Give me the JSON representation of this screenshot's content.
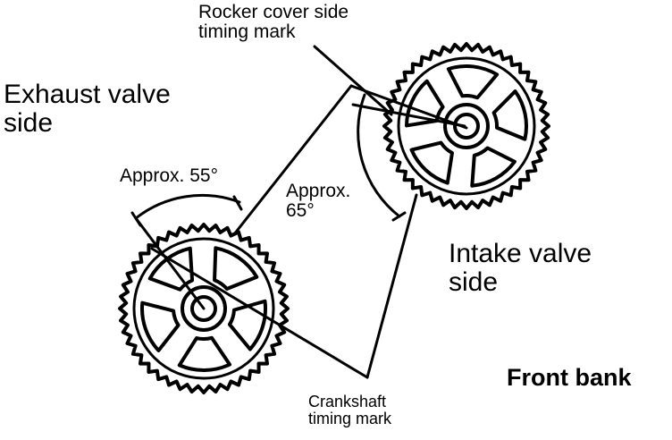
{
  "labels": {
    "rocker_cover": "Rocker cover side\ntiming mark",
    "exhaust_side": "Exhaust valve\nside",
    "approx_55": "Approx. 55°",
    "approx_65": "Approx.\n65°",
    "intake_side": "Intake valve\nside",
    "crankshaft": "Crankshaft\ntiming mark",
    "front_bank": "Front bank"
  },
  "colors": {
    "ink": "#000000",
    "paper": "#ffffff"
  },
  "gears": {
    "exhaust": {
      "teeth": 44,
      "spokes": 5,
      "name": "exhaust-camshaft-sprocket"
    },
    "intake": {
      "teeth": 44,
      "spokes": 5,
      "name": "intake-camshaft-sprocket"
    }
  }
}
